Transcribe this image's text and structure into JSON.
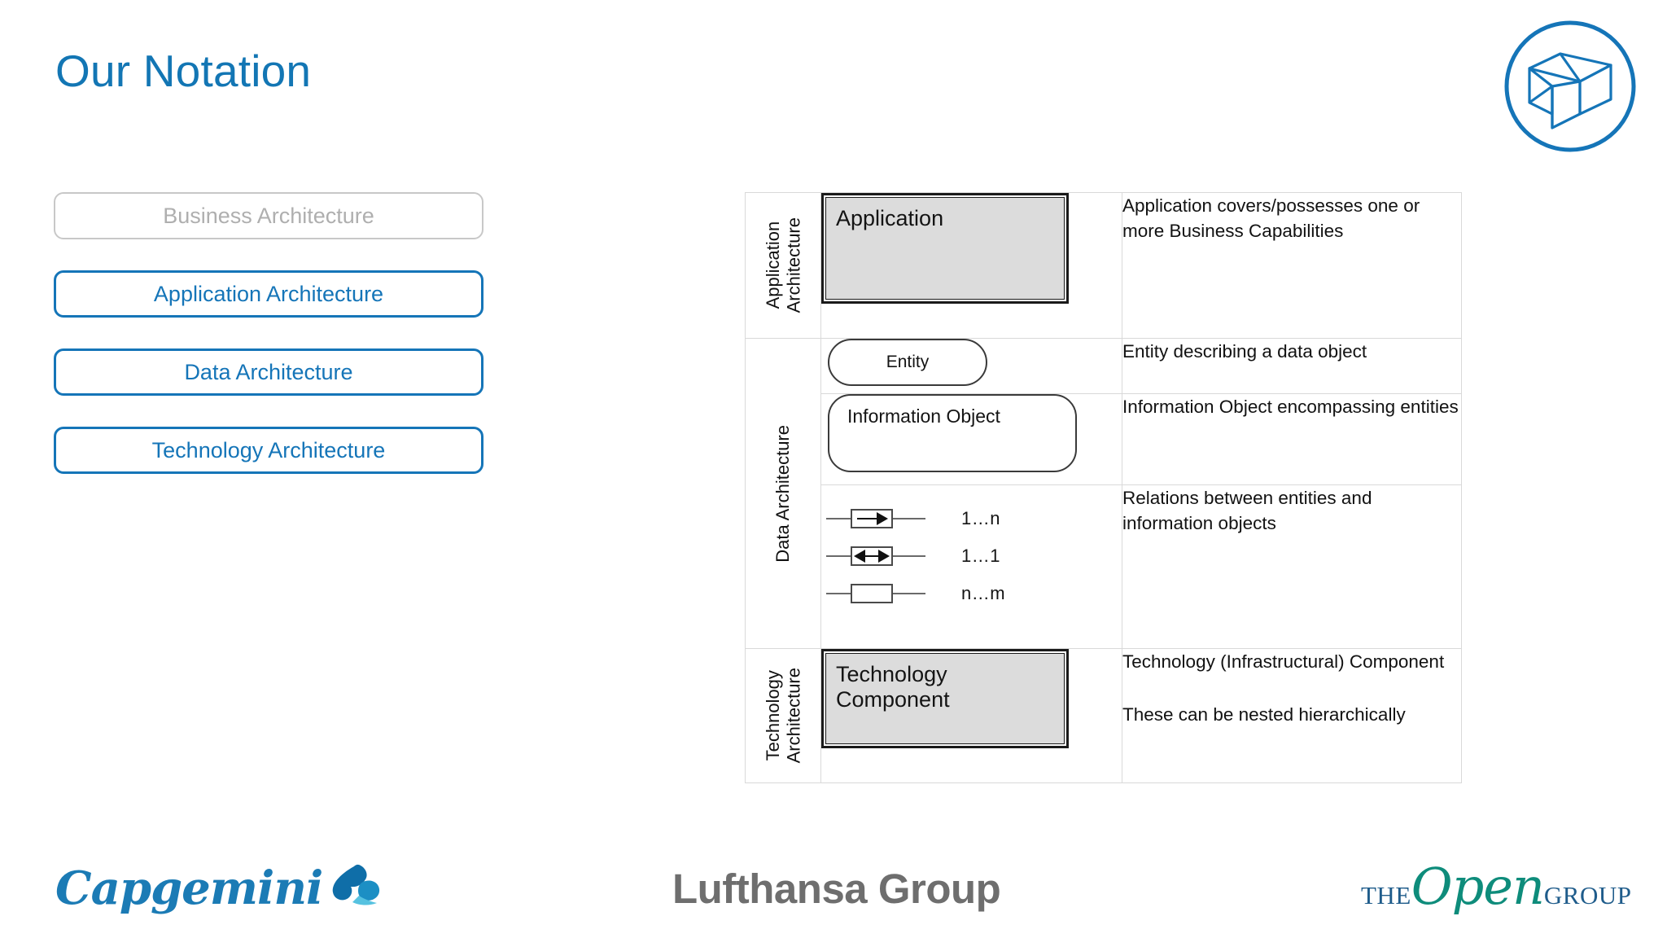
{
  "header": {
    "title": "Our Notation",
    "title_color": "#1376B4",
    "badge_icon": "isometric-cubes-icon"
  },
  "layers": {
    "items": [
      {
        "label": "Business Architecture",
        "state": "disabled"
      },
      {
        "label": "Application Architecture",
        "state": "active"
      },
      {
        "label": "Data Architecture",
        "state": "active"
      },
      {
        "label": "Technology Architecture",
        "state": "active"
      }
    ],
    "active_color": "#1575B8",
    "disabled_color": "#AFAFAF"
  },
  "notation": {
    "groups": [
      {
        "label": "Application\nArchitecture",
        "rows": [
          {
            "shape": "application-box",
            "shape_label": "Application",
            "shape_fill": "#DCDCDC",
            "description": [
              "Application covers/possesses one or more Business Capabilities"
            ]
          }
        ]
      },
      {
        "label": "Data Architecture",
        "rows": [
          {
            "shape": "entity-pill",
            "shape_label": "Entity",
            "description": [
              "Entity describing a data object"
            ]
          },
          {
            "shape": "information-object",
            "shape_label": "Information Object",
            "description": [
              "Information Object encompassing entities"
            ]
          },
          {
            "shape": "relations",
            "relations": [
              {
                "symbol": "single-arrow-box-icon",
                "cardinality": "1…n"
              },
              {
                "symbol": "double-arrow-box-icon",
                "cardinality": "1…1"
              },
              {
                "symbol": "plain-box-icon",
                "cardinality": "n…m"
              }
            ],
            "description": [
              "Relations between entities and information objects"
            ]
          }
        ]
      },
      {
        "label": "Technology\nArchitecture",
        "rows": [
          {
            "shape": "technology-component-box",
            "shape_label": "Technology Component",
            "shape_fill": "#DCDCDC",
            "description": [
              "Technology (Infrastructural) Component",
              "These can be nested hierarchically"
            ]
          }
        ]
      }
    ]
  },
  "footer": {
    "capgemini": {
      "wordmark": "Capgemini",
      "color": "#1B7BB5"
    },
    "lufthansa": {
      "wordmark": "Lufthansa Group",
      "color": "#6E6E6E"
    },
    "opengroup": {
      "the": "THE",
      "open": "Open",
      "group": "GROUP",
      "open_color": "#0E8C7B",
      "text_color": "#1F5C8B"
    }
  }
}
